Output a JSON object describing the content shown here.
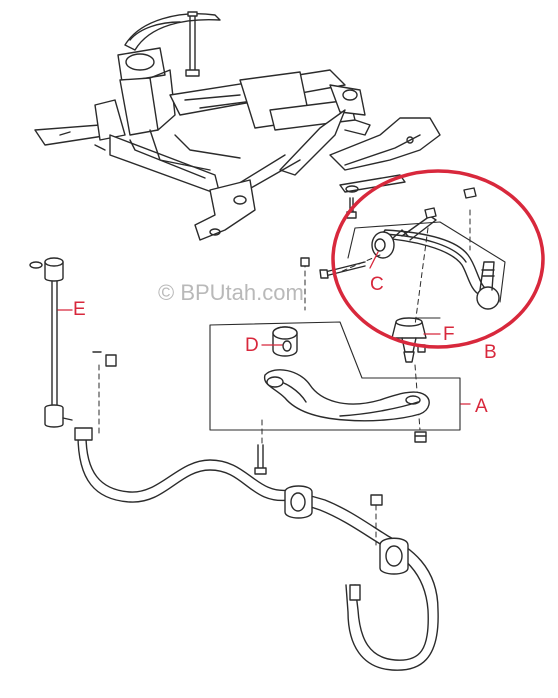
{
  "watermark": "© BPUtah.com",
  "callout_labels": {
    "A": "A",
    "B": "B",
    "C": "C",
    "D": "D",
    "E": "E",
    "F": "F"
  },
  "colors": {
    "line": "#2b2b2b",
    "label": "#d8283c",
    "highlight_circle": "#d8283c",
    "watermark": "#b9b9b9",
    "background": "#ffffff"
  }
}
